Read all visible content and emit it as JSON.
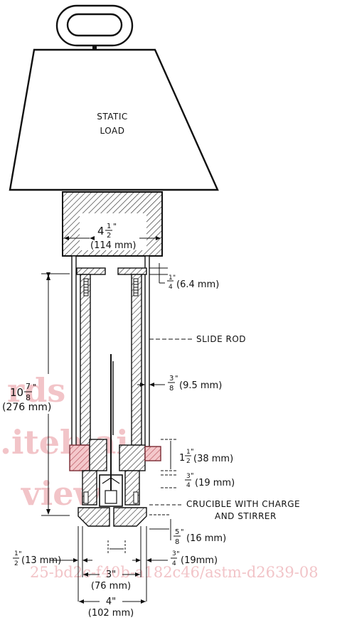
{
  "load": {
    "line1": "STATIC",
    "line2": "LOAD"
  },
  "dims": {
    "block_width": {
      "whole": "4",
      "num": "1",
      "den": "2",
      "unit": "\"",
      "metric": "(114 mm)"
    },
    "cap_thickness": {
      "num": "1",
      "den": "4",
      "unit": "\"",
      "metric": "(6.4 mm)"
    },
    "slide_rod": "SLIDE ROD",
    "rod_dia": {
      "num": "3",
      "den": "8",
      "unit": "\"",
      "metric": "(9.5 mm)"
    },
    "height": {
      "whole": "10",
      "num": "7",
      "den": "8",
      "unit": "\"",
      "metric": "(276 mm)"
    },
    "collar": {
      "whole": "1",
      "num": "1",
      "den": "2",
      "unit": "\"",
      "metric": "(38 mm)"
    },
    "gap": {
      "num": "3",
      "den": "4",
      "unit": "\"",
      "metric": "(19 mm)"
    },
    "crucible_line1": "CRUCIBLE WITH CHARGE",
    "crucible_line2": "AND STIRRER",
    "base_height": {
      "num": "5",
      "den": "8",
      "unit": "\"",
      "metric": "(16 mm)"
    },
    "left_half": {
      "num": "1",
      "den": "2",
      "unit": "\"",
      "metric": "(13 mm)"
    },
    "right_quarter": {
      "num": "3",
      "den": "4",
      "unit": "\"",
      "metric": "(19mm)"
    },
    "inner_width": {
      "value": "3\"",
      "metric": "(76 mm)"
    },
    "outer_width": {
      "value": "4\"",
      "metric": "(102 mm)"
    }
  },
  "watermark": {
    "line1": "rds",
    "line2": ".iteh.ai",
    "line3": "view",
    "bottom": "25-bd2c-f40b-a182c46/astm-d2639-08"
  }
}
